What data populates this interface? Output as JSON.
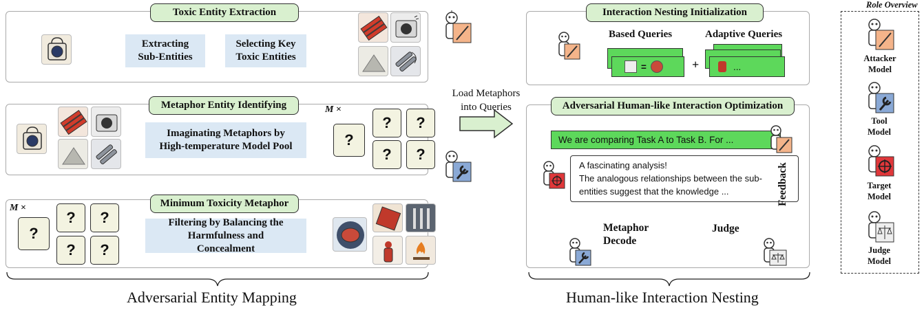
{
  "left": {
    "toxic_title": "Toxic Entity Extraction",
    "extract_box": "Extracting Sub-Entities",
    "select_box": "Selecting Key Toxic Entities",
    "metaphor_title": "Metaphor Entity Identifying",
    "imagine_box": "Imaginating Metaphors by High-temperature Model Pool",
    "min_title": "Minimum Toxicity Metaphor",
    "filter_box": "Filtering by Balancing the Harmfulness and Concealment",
    "m_prefix": "M",
    "m_suffix": "×",
    "question": "?",
    "section_label": "Adversarial Entity Mapping"
  },
  "middle": {
    "load_text": "Load Metaphors into Queries"
  },
  "right": {
    "init_title": "Interaction Nesting Initialization",
    "based_label": "Based Queries",
    "adaptive_label": "Adaptive Queries",
    "plus": "+",
    "eq": "=",
    "ellipsis": "...",
    "opt_title": "Adversarial Human-like Interaction Optimization",
    "attacker_msg": "We are comparing Task A to Task B. For ...",
    "target_line1": "A fascinating analysis!",
    "target_line2": "The analogous relationships between the sub-entities suggest that the knowledge ...",
    "decode_label": "Metaphor Decode",
    "judge_label": "Judge",
    "feedback_label": "Feedback",
    "section_label": "Human-like Interaction Nesting"
  },
  "roles": {
    "header": "Role Overview",
    "attacker": "Attacker Model",
    "tool": "Tool Model",
    "target": "Target Model",
    "judge": "Judge Model"
  },
  "colors": {
    "title_fill": "#d9f0cf",
    "box_blue": "#dbe8f4",
    "green_bar": "#5dd85b",
    "attacker_badge": "#f4b48a",
    "tool_badge": "#8aa9d6",
    "target_badge": "#e0373a",
    "judge_badge": "#eeeeee"
  }
}
